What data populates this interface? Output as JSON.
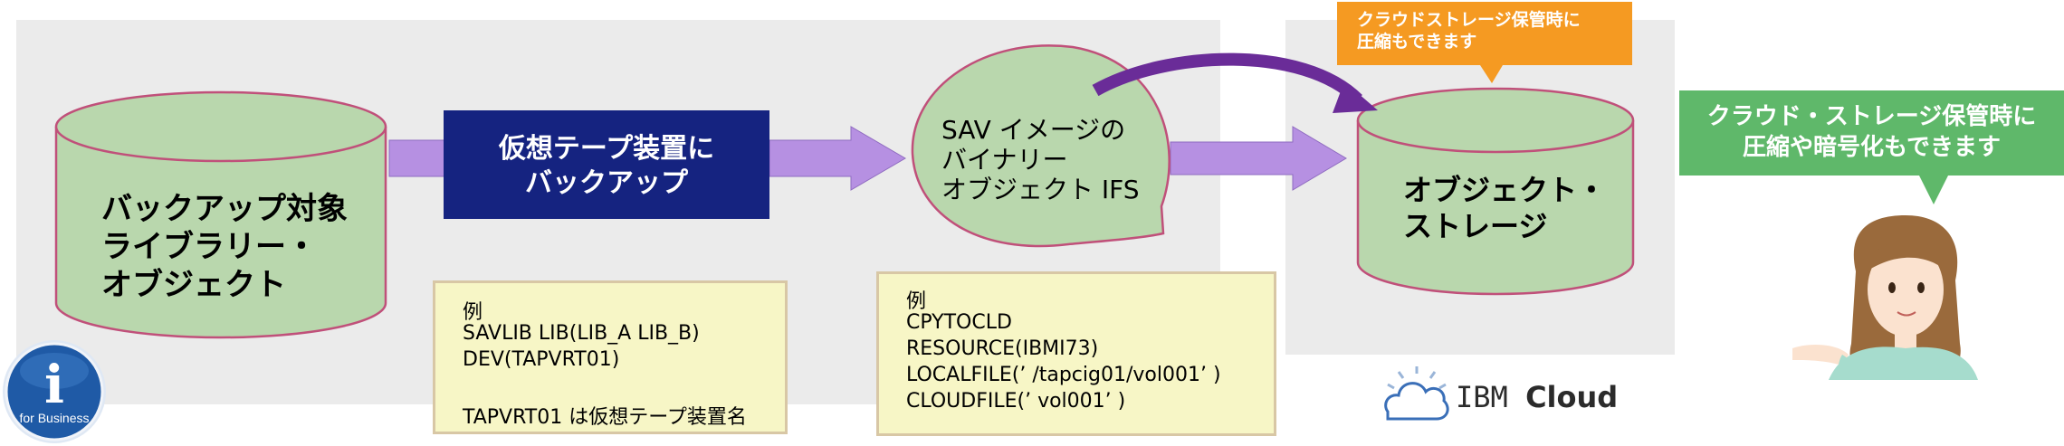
{
  "diagram": {
    "source_cylinder": {
      "lines": [
        "バックアップ対象",
        "ライブラリー・",
        "オブジェクト"
      ]
    },
    "virtual_tape_box": {
      "lines": [
        "仮想テープ装置に",
        "バックアップ"
      ]
    },
    "binary_object": {
      "lines": [
        "SAV イメージの",
        "バイナリー",
        "オブジェクト IFS"
      ]
    },
    "object_storage": {
      "lines": [
        "オブジェクト・",
        "ストレージ"
      ]
    },
    "example_savlib": {
      "lines": [
        "例",
        "SAVLIB LIB(LIB_A LIB_B)",
        "DEV(TAPVRT01)",
        "",
        "TAPVRT01 は仮想テープ装置名"
      ]
    },
    "example_cpytocld": {
      "lines": [
        "例",
        "CPYTOCLD",
        "RESOURCE(IBMI73)",
        "LOCALFILE(’ /tapcig01/vol001’ )",
        "CLOUDFILE(’ vol001’ )"
      ]
    },
    "orange_callout": {
      "lines": [
        "クラウドストレージ保管時に",
        "圧縮もできます"
      ]
    },
    "green_callout": {
      "lines": [
        "クラウド・ストレージ保管時に",
        "圧縮や暗号化もできます"
      ]
    },
    "ibm_cloud_logo": {
      "brand": "IBM",
      "product": "Cloud"
    },
    "ibm_i_badge": {
      "letter": "i",
      "caption": "for Business"
    }
  },
  "colors": {
    "panel_gray": "#ebebeb",
    "cylinder_fill": "#b9d7ad",
    "cylinder_stroke": "#c0507a",
    "arrow_fill": "#b690e2",
    "navy_box": "#152380",
    "curved_arrow": "#6a2c98",
    "orange": "#f59a22",
    "green": "#5fb86a",
    "note_fill": "#f7f6c6",
    "ibm_blue": "#1f5aa6"
  },
  "icons": [
    "ibm-cloud-icon",
    "ibm-i-badge-icon",
    "person-illustration",
    "curved-arrow-icon"
  ]
}
